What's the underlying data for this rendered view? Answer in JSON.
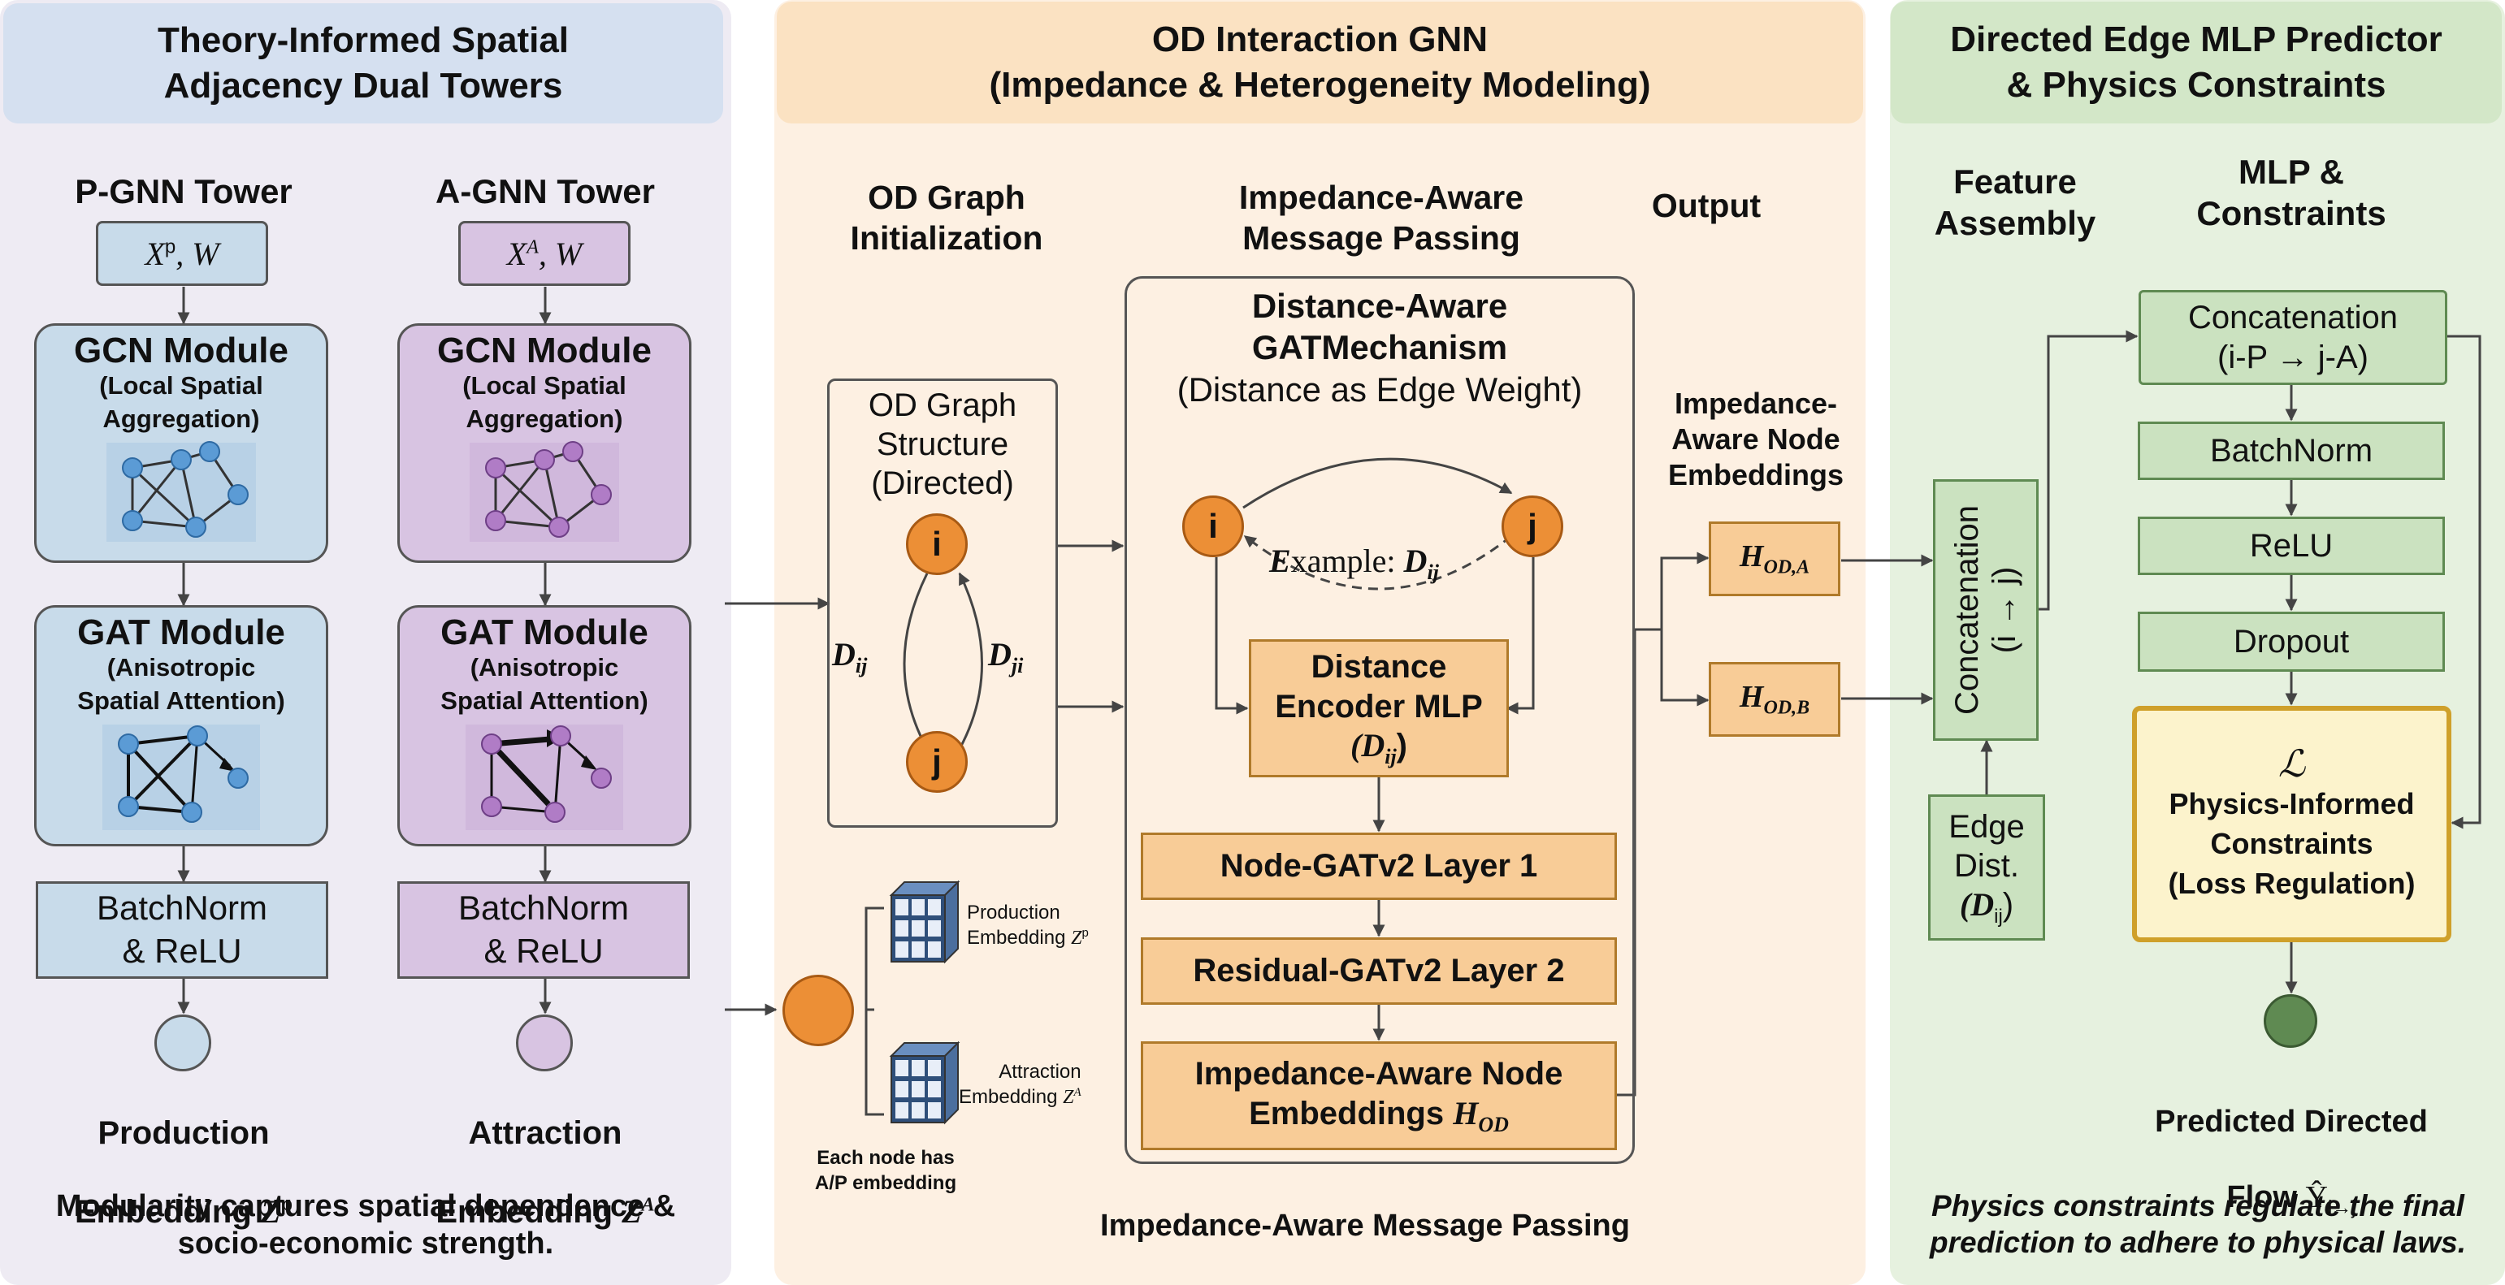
{
  "colors": {
    "blue_panel": "#eeebf3",
    "blue_header": "#d5e0f0",
    "blue_box": "#c8dbea",
    "purple_box": "#d8c4e2",
    "orange_panel": "#fdf0e2",
    "orange_header": "#fbe2c2",
    "orange_box": "#f8cc97",
    "orange_node": "#ec8f36",
    "green_panel": "#e6f1df",
    "green_header": "#d3e7c8",
    "green_box": "#cbe2c0",
    "physics_box": "#fcf3cc",
    "physics_border": "#cfa02a",
    "output_node": "#5f8a52"
  },
  "left": {
    "header": "Theory-Informed Spatial\nAdjacency Dual Towers",
    "p_tower": {
      "title": "P-GNN Tower",
      "input_main": "X",
      "input_sup": "p",
      "input_rest": ", W",
      "gcn_title": "GCN Module",
      "gcn_sub": "(Local Spatial\nAggregation)",
      "gat_title": "GAT Module",
      "gat_sub": "(Anisotropic\nSpatial Attention)",
      "norm": "BatchNorm\n& ReLU",
      "emb_line1": "Production",
      "emb_line2": "Embedding ",
      "emb_sym": "Z",
      "emb_sup": "p"
    },
    "a_tower": {
      "title": "A-GNN Tower",
      "input_main": "X",
      "input_sup": "A",
      "input_rest": ", W",
      "gcn_title": "GCN Module",
      "gcn_sub": "(Local Spatial\nAggregation)",
      "gat_title": "GAT Module",
      "gat_sub": "(Anisotropic\nSpatial Attention)",
      "norm": "BatchNorm\n& ReLU",
      "emb_line1": "Attraction",
      "emb_line2": "Embedding ",
      "emb_sym": "Z",
      "emb_sup": "A"
    },
    "footer": "Modularity captures spatial dependence &\nsocio-economic strength."
  },
  "middle": {
    "header": "OD Interaction GNN\n(Impedance & Heterogeneity Modeling)",
    "col1_title": "OD Graph\nInitialization",
    "col2_title": "Impedance-Aware\nMessage Passing",
    "col3_title": "Output",
    "graph_box": "OD Graph\nStructure\n(Directed)",
    "node_i": "i",
    "node_j": "j",
    "d_ij": "D",
    "d_ij_sub": "ij",
    "d_ji": "D",
    "d_ji_sub": "ji",
    "gat_title": "Distance-Aware\nGATMechanism",
    "gat_sub": "(Distance as Edge Weight)",
    "example_prefix": "E",
    "example_text": "xample: ",
    "example_sym": "D",
    "example_sub": "ij",
    "encoder": "Distance\nEncoder MLP",
    "encoder_sym": "(D",
    "encoder_sub": "ij",
    "encoder_end": ")",
    "layer1": "Node-GATv2 Layer 1",
    "layer2": "Residual-GATv2 Layer 2",
    "layer3": "Impedance-Aware Node\nEmbeddings ",
    "layer3_sym": "H",
    "layer3_sub": "OD",
    "emb_prod": "Production\nEmbedding ",
    "emb_prod_sup": "p",
    "emb_attr": "Attraction\nEmbedding ",
    "emb_attr_sup": "A",
    "emb_note": "Each node has\nA/P embedding",
    "out_title": "Impedance-\nAware Node\nEmbeddings",
    "h_a": "H",
    "h_a_sub": "OD,A",
    "h_b": "H",
    "h_b_sub": "OD,B",
    "footer": "Impedance-Aware Message Passing"
  },
  "right": {
    "header": "Directed Edge MLP Predictor\n& Physics Constraints",
    "col1_title": "Feature\nAssembly",
    "col2_title": "MLP &\nConstraints",
    "concat_vertical": "Concatenation\n(i → j)",
    "edge_dist": "Edge\nDist.",
    "edge_sym": "(D",
    "edge_sub": "ij",
    "edge_end": ")",
    "concat_top": "Concatenation\n(i-P → j-A)",
    "batchnorm": "BatchNorm",
    "relu": "ReLU",
    "dropout": "Dropout",
    "loss_symbol": "ℒ",
    "physics": "Physics-Informed\nConstraints\n(Loss Regulation)",
    "pred_line1": "Predicted Directed",
    "pred_line2": "Flow ",
    "pred_sym": "Ŷ",
    "pred_sub": "i→j",
    "footer": "Physics constraints regulate the final\nprediction to adhere to physical laws."
  }
}
